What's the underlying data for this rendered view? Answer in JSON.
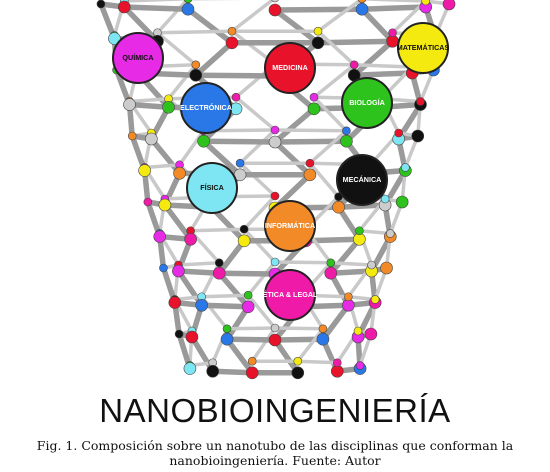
{
  "title": "NANOBIOINGENIERÍA",
  "caption": {
    "line1": "Fig. 1. Composición sobre un nanotubo de las disciplinas que conforman la",
    "line2": "nanobioingeniería. Fuente: Autor"
  },
  "disciplines": [
    {
      "key": "quimica",
      "label": "QUÍMICA",
      "color": "#e62ae6",
      "text_color": "#111111"
    },
    {
      "key": "medicina",
      "label": "MEDICINA",
      "color": "#e8122a",
      "text_color": "#ffffff"
    },
    {
      "key": "matematicas",
      "label": "MATEMÁTICAS",
      "color": "#f5ea10",
      "text_color": "#111111"
    },
    {
      "key": "electronica",
      "label": "ELECTRÓNICA",
      "color": "#2a78e8",
      "text_color": "#ffffff"
    },
    {
      "key": "biologia",
      "label": "BIOLOGÍA",
      "color": "#2ec21c",
      "text_color": "#ffffff"
    },
    {
      "key": "fisica",
      "label": "FÍSICA",
      "color": "#7ee6f2",
      "text_color": "#111111"
    },
    {
      "key": "mecanica",
      "label": "MECÁNICA",
      "color": "#111111",
      "text_color": "#ffffff"
    },
    {
      "key": "informatica",
      "label": "INFORMÁTICA",
      "color": "#f28a28",
      "text_color": "#ffffff"
    },
    {
      "key": "etica_legal",
      "label": "ÉTICA & LEGAL",
      "color": "#f01aa8",
      "text_color": "#ffffff"
    }
  ],
  "atom_palette": [
    "#e8122a",
    "#2ec21c",
    "#f5ea10",
    "#2a78e8",
    "#7ee6f2",
    "#f28a28",
    "#e62ae6",
    "#111111",
    "#cccccc",
    "#f01aa8"
  ]
}
